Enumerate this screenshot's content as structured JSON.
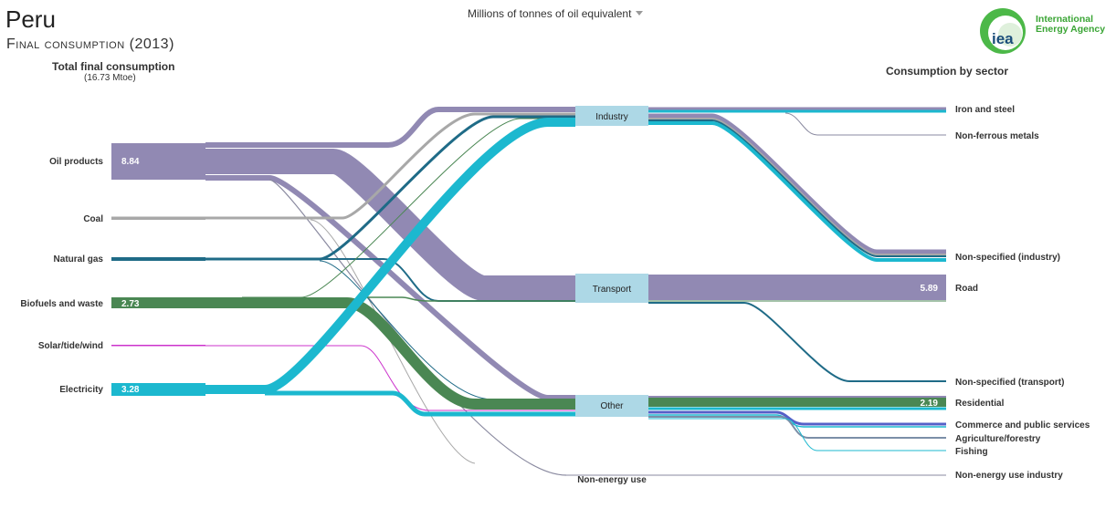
{
  "header": {
    "country": "Peru",
    "subtitle_main": "Final consumption",
    "subtitle_year": "(2013)",
    "unit_selector": "Millions of tonnes of oil equivalent"
  },
  "logo": {
    "mark": "iea",
    "line1": "International",
    "line2": "Energy Agency"
  },
  "columns": {
    "left_title": "Total final consumption",
    "left_total": "(16.73 Mtoe)",
    "right_title": "Consumption by sector"
  },
  "colors": {
    "oil": "#9189b3",
    "coal": "#a8a8a8",
    "gas": "#1f6b87",
    "bio": "#4a8753",
    "solar": "#cc33cc",
    "elec": "#1cb8cf",
    "hub": "#add8e6",
    "thin": "#8a8aa0"
  },
  "sources": [
    {
      "label": "Oil products",
      "value": "8.84"
    },
    {
      "label": "Coal",
      "value": ""
    },
    {
      "label": "Natural gas",
      "value": ""
    },
    {
      "label": "Biofuels and waste",
      "value": "2.73"
    },
    {
      "label": "Solar/tide/wind",
      "value": ""
    },
    {
      "label": "Electricity",
      "value": "3.28"
    }
  ],
  "hubs": [
    {
      "label": "Industry"
    },
    {
      "label": "Transport"
    },
    {
      "label": "Other"
    },
    {
      "label": "Non-energy use"
    }
  ],
  "sectors": [
    {
      "label": "Iron and steel",
      "value": ""
    },
    {
      "label": "Non-ferrous metals",
      "value": ""
    },
    {
      "label": "Non-specified (industry)",
      "value": ""
    },
    {
      "label": "Road",
      "value": "5.89"
    },
    {
      "label": "Non-specified (transport)",
      "value": ""
    },
    {
      "label": "Residential",
      "value": "2.19"
    },
    {
      "label": "Commerce and public services",
      "value": ""
    },
    {
      "label": "Agriculture/forestry",
      "value": ""
    },
    {
      "label": "Fishing",
      "value": ""
    },
    {
      "label": "Non-energy use industry",
      "value": ""
    }
  ]
}
